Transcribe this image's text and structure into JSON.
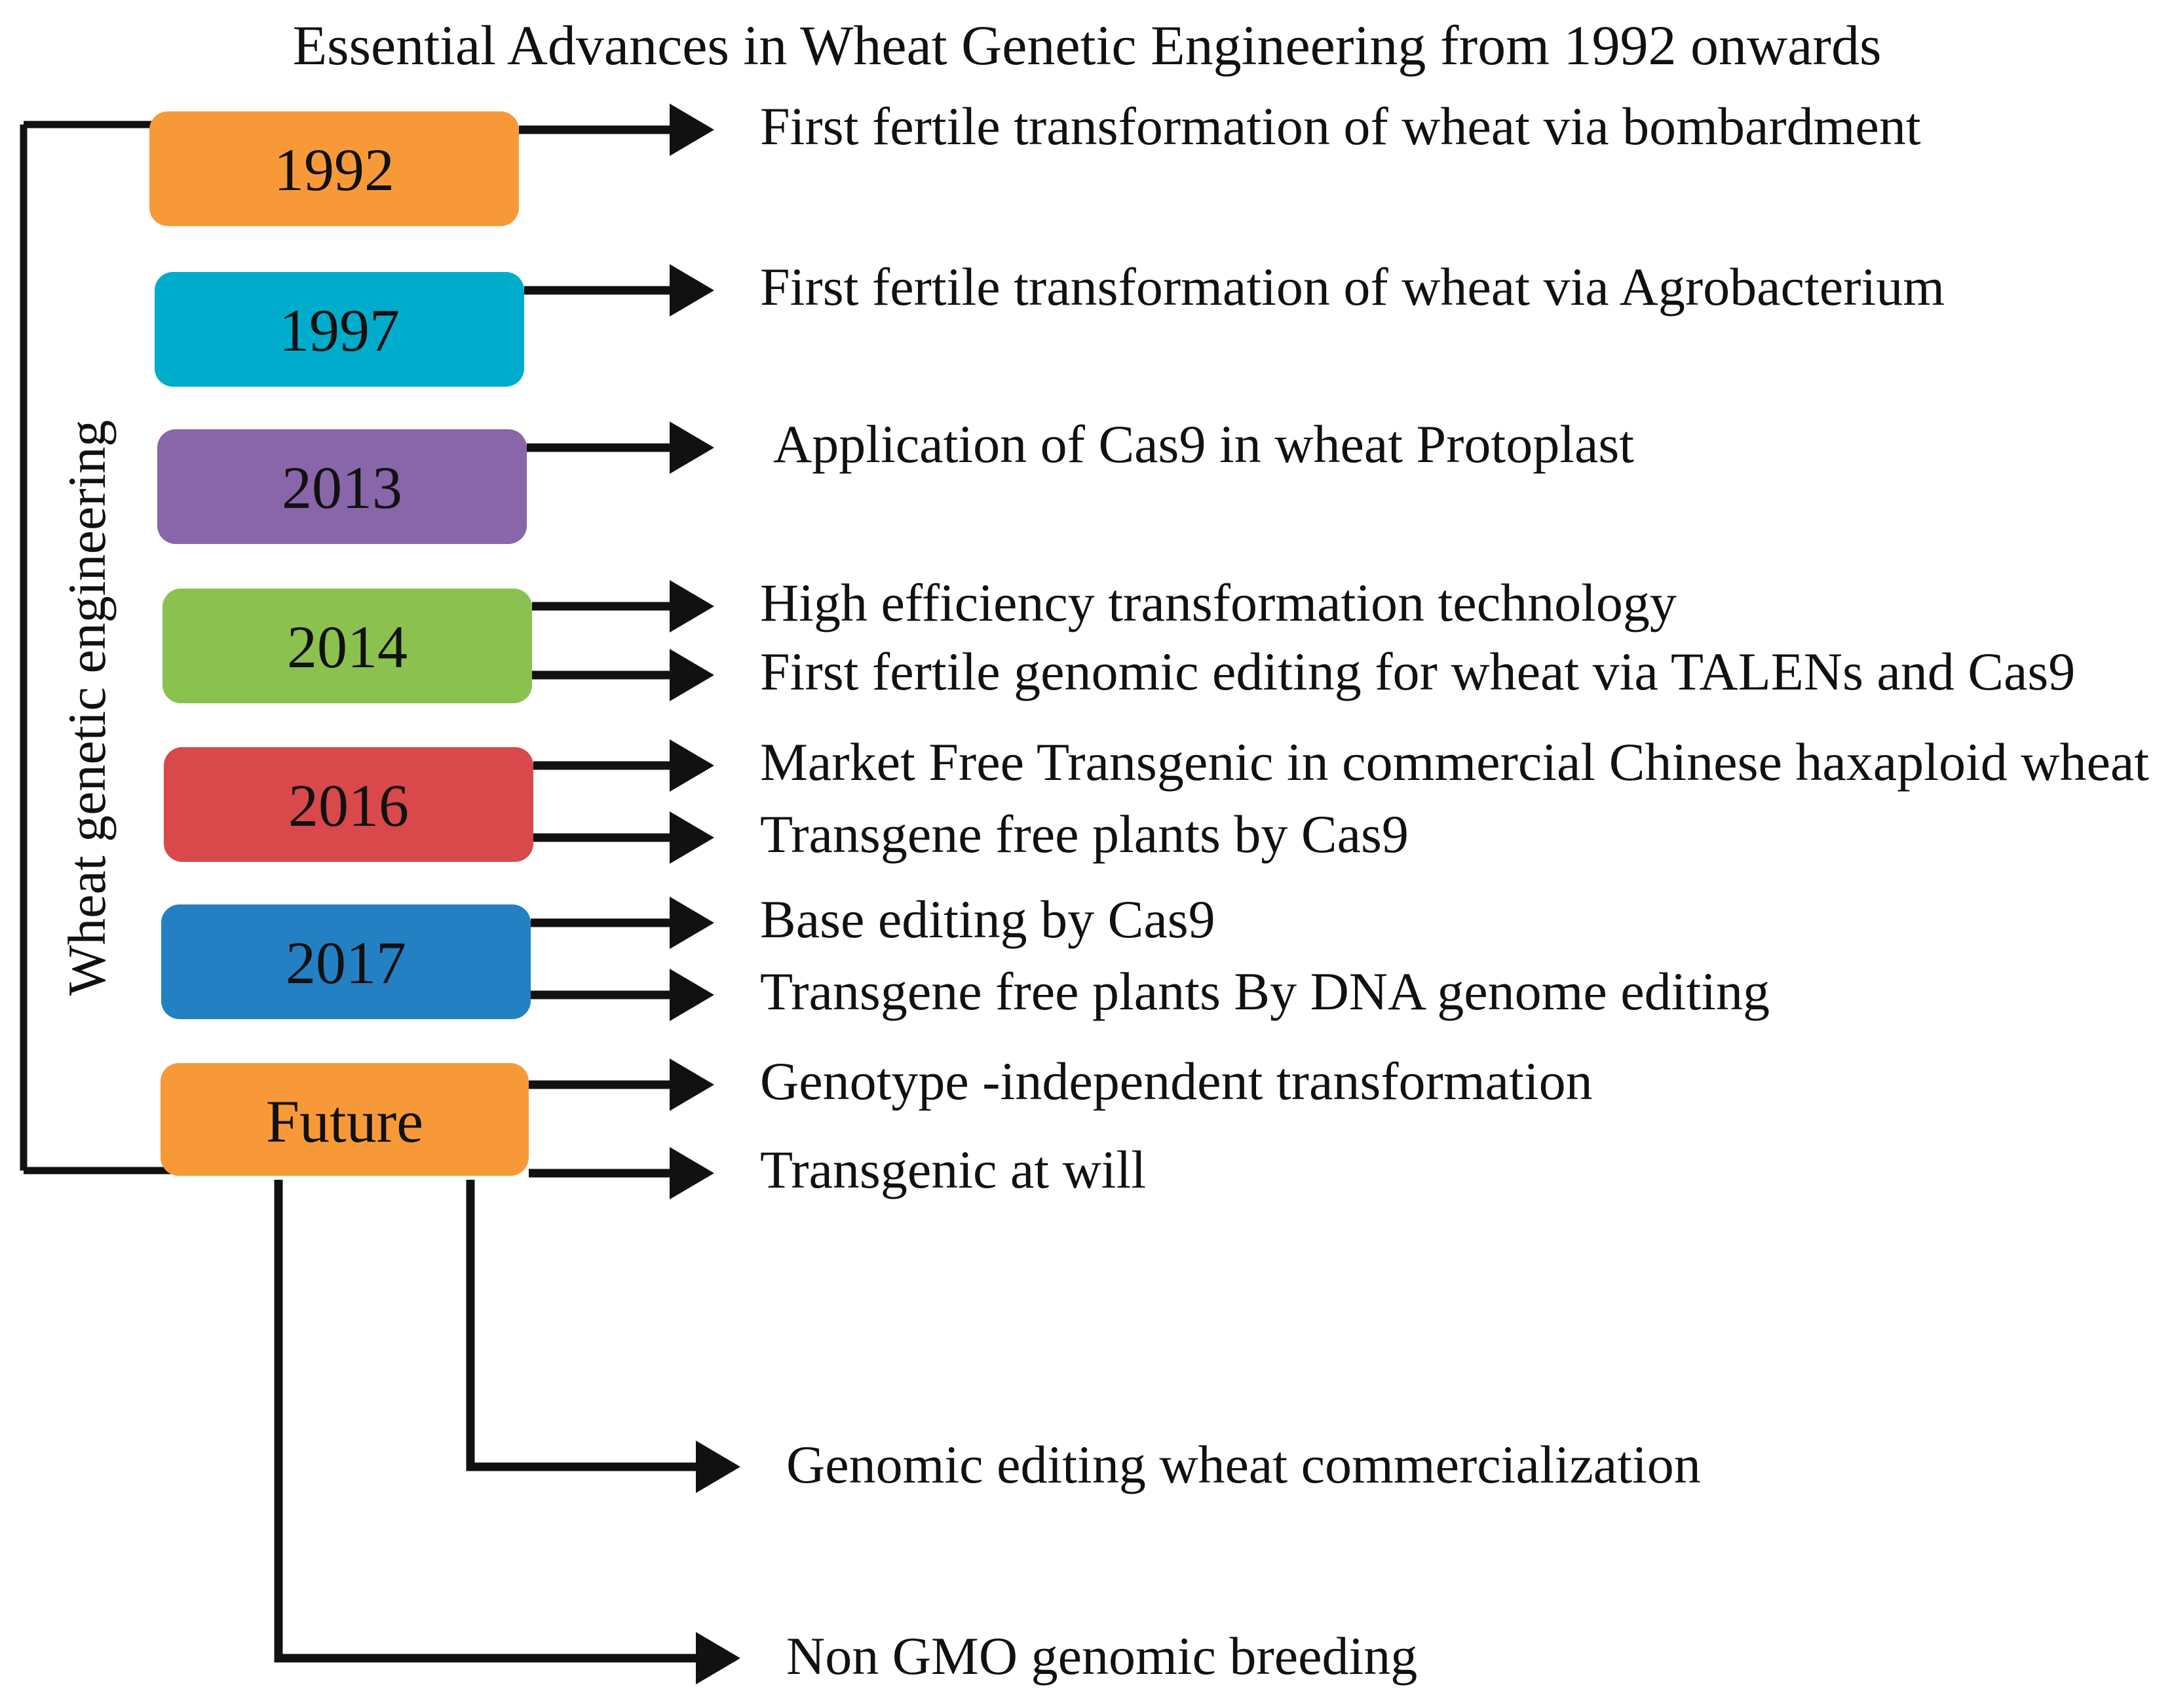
{
  "title": "Essential Advances in Wheat Genetic Engineering from 1992 onwards",
  "axis_label": "Wheat genetic engineering",
  "timeline": [
    {
      "year": "1992",
      "color": "#F89939",
      "events": [
        "First fertile transformation of wheat via bombardment"
      ]
    },
    {
      "year": "1997",
      "color": "#00ACCB",
      "events": [
        "First fertile transformation of wheat via Agrobacterium"
      ]
    },
    {
      "year": "2013",
      "color": "#8965A9",
      "events": [
        "Application of Cas9 in wheat Protoplast"
      ]
    },
    {
      "year": "2014",
      "color": "#8BC14F",
      "events": [
        "High efficiency transformation technology",
        "First fertile genomic editing for wheat via TALENs and Cas9"
      ]
    },
    {
      "year": "2016",
      "color": "#D9484B",
      "events": [
        "Market Free Transgenic in commercial Chinese haxaploid wheat",
        "Transgene free plants by Cas9"
      ]
    },
    {
      "year": "2017",
      "color": "#2380C3",
      "events": [
        "Base editing by Cas9",
        "Transgene free plants By DNA genome editing"
      ]
    },
    {
      "year": "Future",
      "color": "#F89939",
      "events": [
        "Genotype -independent transformation",
        "Transgenic at will"
      ]
    }
  ],
  "future_branches": [
    "Genomic editing wheat commercialization",
    "Non GMO genomic breeding"
  ],
  "colors": {
    "line": "#111111",
    "text": "#111111",
    "background": "#ffffff"
  }
}
